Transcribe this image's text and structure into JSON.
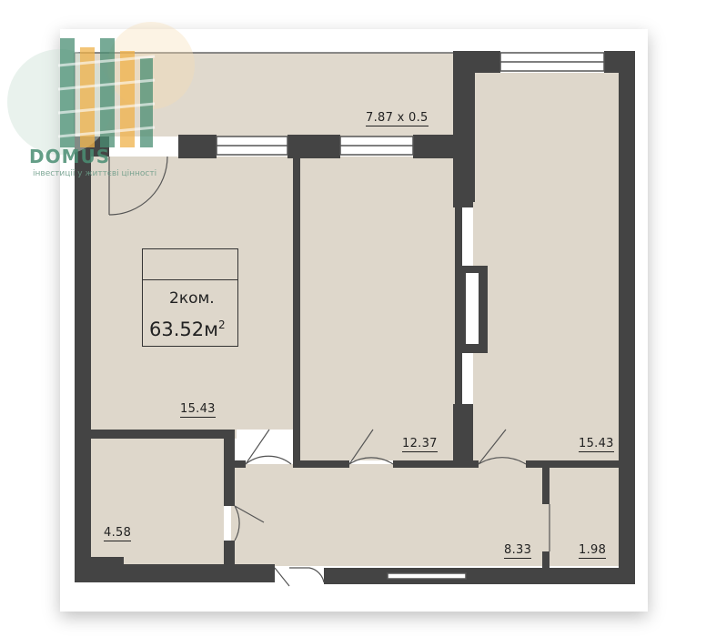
{
  "plan": {
    "rooms_label": "2ком.",
    "total_area": "63.52м",
    "area_sup": "2",
    "labels": {
      "balcony": "7.87 x 0.5",
      "living_left": "15.43",
      "room_middle": "12.37",
      "room_right": "15.43",
      "bath": "4.58",
      "hall": "8.33",
      "wc": "1.98"
    }
  },
  "logo": {
    "word": "DOMUS",
    "tagline": "інвестиції у життєві цінності"
  },
  "colors": {
    "wall": "#444444",
    "floor": "#ded7cb",
    "balcony": "#e0d9cd",
    "logo_green": "#4a8e73",
    "logo_orange": "#f0b24a"
  }
}
